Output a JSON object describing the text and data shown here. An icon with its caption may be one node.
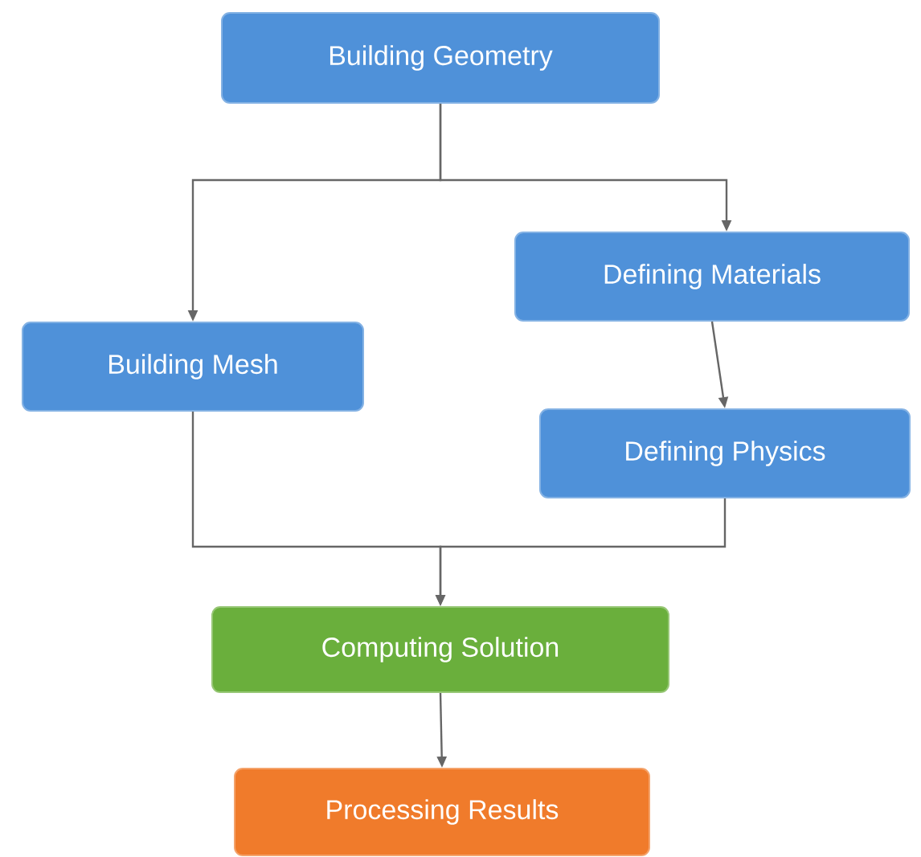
{
  "diagram": {
    "nodes": [
      {
        "text": [
          "Building Geometry"
        ]
      },
      {
        "text": [
          "Building Mesh"
        ]
      },
      {
        "text": [
          "Defining Materials"
        ]
      },
      {
        "text": [
          "Defining Physics"
        ]
      },
      {
        "text": [
          "Computing Solution"
        ]
      },
      {
        "text": [
          "Processing Results"
        ]
      }
    ],
    "edges": [
      {
        "from": 0,
        "to": 1,
        "arrow": "to"
      },
      {
        "from": 0,
        "to": 2,
        "arrow": "to"
      },
      {
        "from": 2,
        "to": 3,
        "arrow": "to"
      },
      {
        "from": 1,
        "to": 4,
        "arrow": "to"
      },
      {
        "from": 3,
        "to": 4,
        "arrow": "to"
      },
      {
        "from": 4,
        "to": 5,
        "arrow": "to"
      }
    ]
  }
}
